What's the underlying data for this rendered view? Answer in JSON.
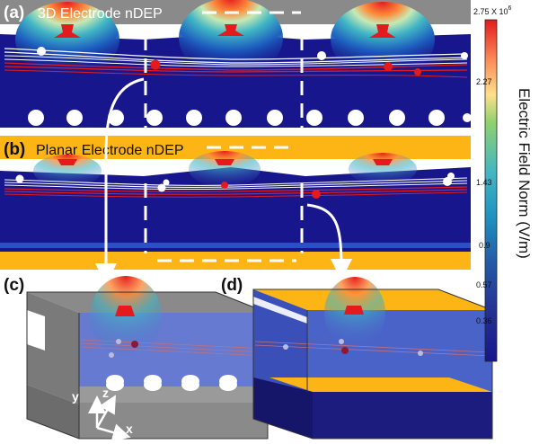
{
  "panels": {
    "a": {
      "letter": "(a)",
      "title": "3D Electrode nDEP"
    },
    "b": {
      "letter": "(b)",
      "title": "Planar Electrode nDEP"
    },
    "c": {
      "letter": "(c)"
    },
    "d": {
      "letter": "(d)"
    }
  },
  "colorbar": {
    "label": "Electric Field Norm (V/m)",
    "max_label_base": "2.75 X 10",
    "max_label_exp": "6",
    "ticks": [
      "2.27",
      "1.43",
      "0.9",
      "0.57",
      "0.36"
    ],
    "colors": [
      "#d73027",
      "#fc8d59",
      "#fee08b",
      "#66bd63",
      "#1d91c0",
      "#225ea8",
      "#253494",
      "#081d58"
    ]
  },
  "axes": {
    "x": "x",
    "y": "y",
    "z": "z"
  },
  "colors": {
    "channel_blue": "#17168c",
    "electrode_gold": "#fcb515",
    "frame_gray": "#8a8a8a",
    "trajectory_red": "#e41a1c"
  }
}
